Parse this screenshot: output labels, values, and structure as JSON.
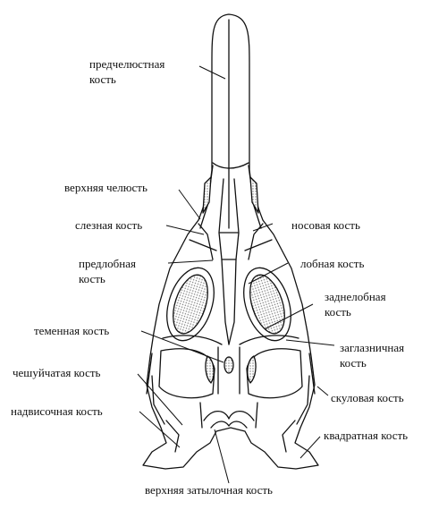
{
  "labels": {
    "premaxilla": [
      "предчелюстная",
      "кость"
    ],
    "maxilla": "верхняя челюсть",
    "lacrimal": "слезная кость",
    "nasal": "носовая кость",
    "prefrontal": [
      "предлобная",
      "кость"
    ],
    "frontal": "лобная кость",
    "postfrontal": [
      "заднелобная",
      "кость"
    ],
    "parietal": "теменная кость",
    "postorbital": [
      "заглазничная",
      "кость"
    ],
    "squamosal": "чешуйчатая кость",
    "jugal": "скуловая кость",
    "supratemporal": "надвисочная кость",
    "quadrate": "квадратная кость",
    "supraoccipital": "верхняя затылочная кость"
  },
  "colors": {
    "line": "#111111",
    "fill": "#ffffff",
    "stipple": "#c8c8c8"
  }
}
